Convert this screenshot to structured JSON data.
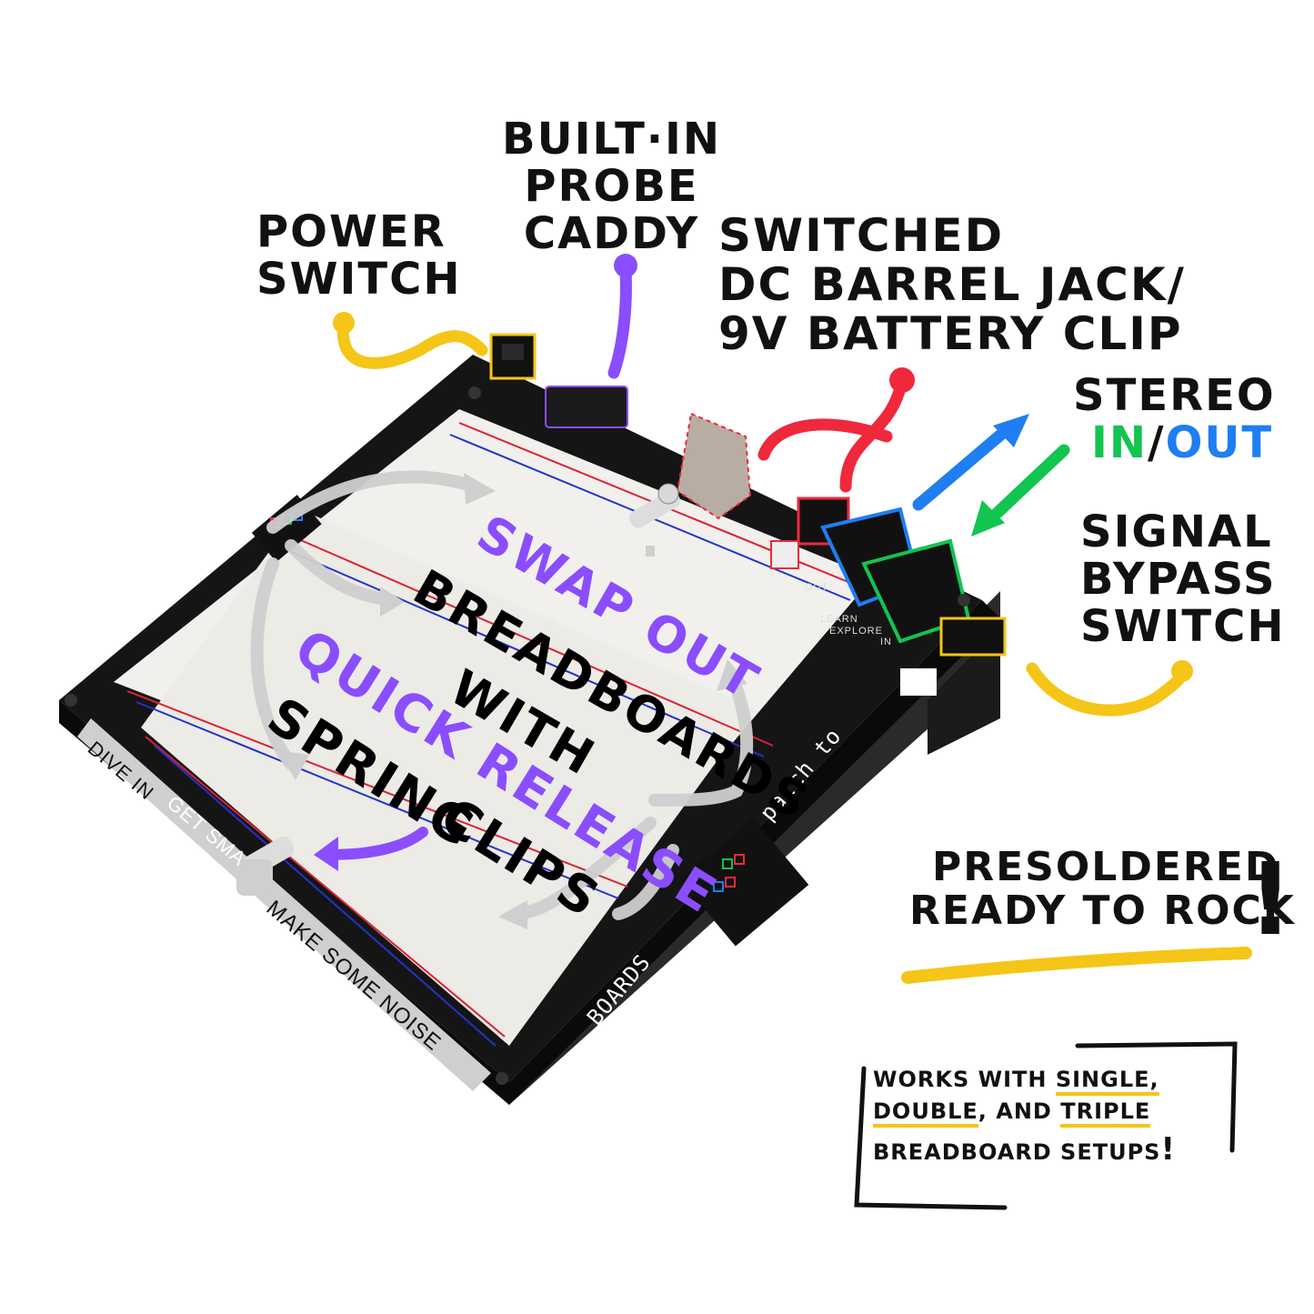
{
  "annotations": {
    "power_switch": [
      "POWER",
      "SWITCH"
    ],
    "probe_caddy": [
      "BUILT·IN",
      "PROBE",
      "CADDY"
    ],
    "barrel_jack": [
      "SWITCHED",
      "DC BARREL JACK/",
      "9V BATTERY CLIP"
    ],
    "stereo": {
      "title": "STEREO",
      "in": "IN",
      "sep": "/",
      "out": "OUT"
    },
    "bypass": [
      "SIGNAL",
      "BYPASS",
      "SWITCH"
    ],
    "presoldered": [
      "PRESOLDERED",
      "READY TO ROCK"
    ],
    "exclaim": "!",
    "center": {
      "swap_out": "SWAP OUT",
      "breadboards": "BREADBOARDS",
      "with": "WITH",
      "quick_release": "QUICK RELEASE",
      "spring": "SPRING",
      "clips": "CLIPS"
    },
    "works": {
      "line1_a": "WORKS WITH ",
      "line1_b": "SINGLE,",
      "line2_a": "DOUBLE",
      "line2_b": ", AND ",
      "line2_c": "TRIPLE",
      "line3": "BREADBOARD SETUPS",
      "exclaim": "!"
    }
  },
  "board_labels": {
    "dive_in": "DIVE IN",
    "get_smart": "GET SMA",
    "make_noise": "MAKE SOME NOISE",
    "patch": "patch to",
    "boards": "BOARDS",
    "out": "OUT",
    "in": "IN",
    "learn": "LEARN",
    "explore": "EXPLORE"
  },
  "colors": {
    "yellow": "#f5c518",
    "purple": "#8a4dff",
    "red": "#f0283c",
    "blue": "#1e7ef2",
    "green": "#12c450",
    "gray_arrow": "#cfcfcf",
    "board": "#151515",
    "breadboard": "#f1f0ec"
  }
}
